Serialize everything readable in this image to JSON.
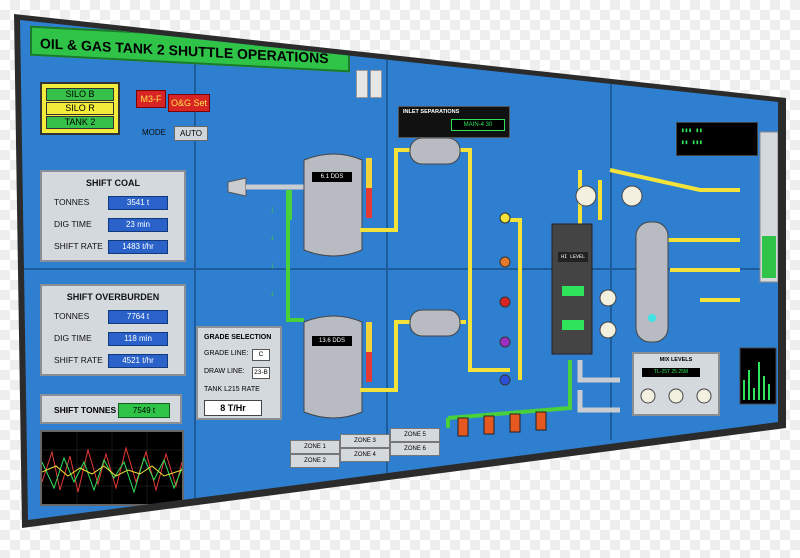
{
  "title": "OIL & GAS TANK 2 SHUTTLE OPERATIONS",
  "silos": [
    {
      "label": "SILO B",
      "state": "active"
    },
    {
      "label": "SILO R",
      "state": "standby"
    },
    {
      "label": "TANK 2",
      "state": "active"
    }
  ],
  "top_buttons": {
    "m3f": "M3-F",
    "og_set": "O&G Set"
  },
  "mode": {
    "label": "MODE",
    "value": "AUTO"
  },
  "shift_coal": {
    "title": "SHIFT COAL",
    "rows": [
      {
        "label": "TONNES",
        "value": "3541 t"
      },
      {
        "label": "DIG TIME",
        "value": "23 min"
      },
      {
        "label": "SHIFT RATE",
        "value": "1483 t/hr"
      }
    ]
  },
  "shift_overburden": {
    "title": "SHIFT OVERBURDEN",
    "rows": [
      {
        "label": "TONNES",
        "value": "7764 t"
      },
      {
        "label": "DIG TIME",
        "value": "118 min"
      },
      {
        "label": "SHIFT RATE",
        "value": "4521 t/hr"
      }
    ]
  },
  "shift_tonnes": {
    "label": "SHIFT TONNES",
    "value": "7549 t"
  },
  "grade_selection": {
    "title": "GRADE SELECTION",
    "grade_line_label": "GRADE LINE:",
    "grade_line_value": "C",
    "draw_line_label": "DRAW LINE:",
    "draw_line_value": "23-B",
    "tank_rate_label": "TANK L215 RATE",
    "tank_rate_value": "8 T/Hr"
  },
  "tanks": [
    {
      "label": "6.1 DDS"
    },
    {
      "label": "13.6 DDS"
    }
  ],
  "inlet": {
    "title": "INLET SEPARATIONS",
    "value": "MAIN-4 30"
  },
  "zones": [
    {
      "label": "ZONE 1"
    },
    {
      "label": "ZONE 3"
    },
    {
      "label": "ZONE 5"
    },
    {
      "label": "ZONE 2"
    },
    {
      "label": "ZONE 4"
    },
    {
      "label": "ZONE 6"
    }
  ],
  "hi_level": "HI LEVEL",
  "mix_levels": {
    "title": "MIX LEVELS",
    "value": "TL-25T 25.25M"
  },
  "colors": {
    "wall": "#2f7fd0",
    "title_green": "#2fc447",
    "alarm_red": "#d92424",
    "lcd_green": "#2fe35a"
  }
}
